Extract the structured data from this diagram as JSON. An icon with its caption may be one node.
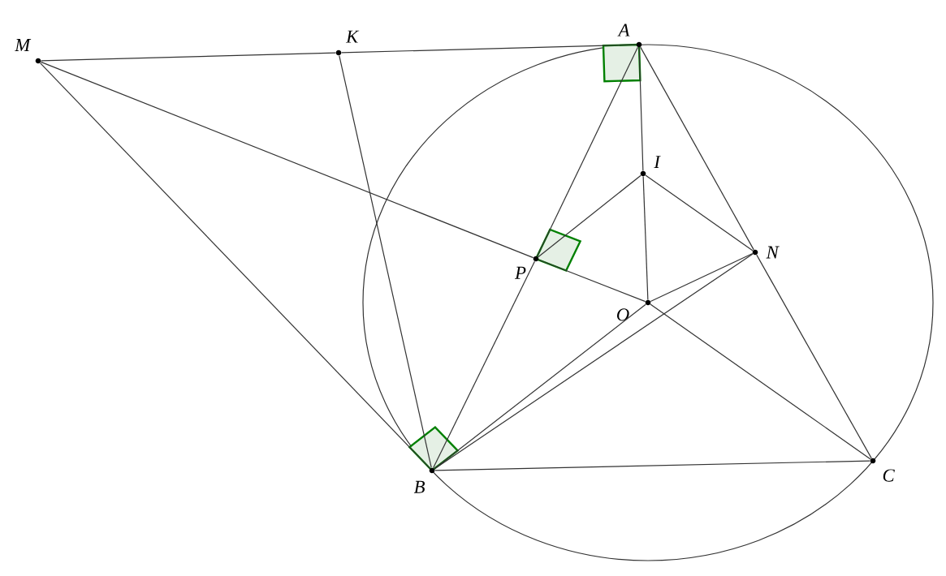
{
  "diagram": {
    "nodes": [
      {
        "text": [
          "M"
        ]
      },
      {
        "text": [
          "K"
        ]
      },
      {
        "text": [
          "A"
        ]
      },
      {
        "text": [
          "I"
        ]
      },
      {
        "text": [
          "P"
        ]
      },
      {
        "text": [
          "N"
        ]
      },
      {
        "text": [
          "O"
        ]
      },
      {
        "text": [
          "B"
        ]
      },
      {
        "text": [
          "C"
        ]
      }
    ],
    "edges": [
      {
        "from": 0,
        "to": 1,
        "arrow": "none"
      },
      {
        "from": 1,
        "to": 2,
        "arrow": "none"
      },
      {
        "from": 0,
        "to": 7,
        "arrow": "none"
      },
      {
        "from": 0,
        "to": 4,
        "arrow": "none"
      },
      {
        "from": 4,
        "to": 6,
        "arrow": "none"
      },
      {
        "from": 6,
        "to": 8,
        "arrow": "none"
      },
      {
        "from": 1,
        "to": 7,
        "arrow": "none"
      },
      {
        "from": 2,
        "to": 4,
        "arrow": "none"
      },
      {
        "from": 4,
        "to": 7,
        "arrow": "none"
      },
      {
        "from": 2,
        "to": 3,
        "arrow": "none"
      },
      {
        "from": 3,
        "to": 6,
        "arrow": "none"
      },
      {
        "from": 2,
        "to": 5,
        "arrow": "none"
      },
      {
        "from": 5,
        "to": 8,
        "arrow": "none"
      },
      {
        "from": 4,
        "to": 3,
        "arrow": "none"
      },
      {
        "from": 3,
        "to": 5,
        "arrow": "none"
      },
      {
        "from": 6,
        "to": 5,
        "arrow": "none"
      },
      {
        "from": 7,
        "to": 6,
        "arrow": "none"
      },
      {
        "from": 7,
        "to": 5,
        "arrow": "none"
      },
      {
        "from": 7,
        "to": 8,
        "arrow": "none"
      }
    ]
  }
}
